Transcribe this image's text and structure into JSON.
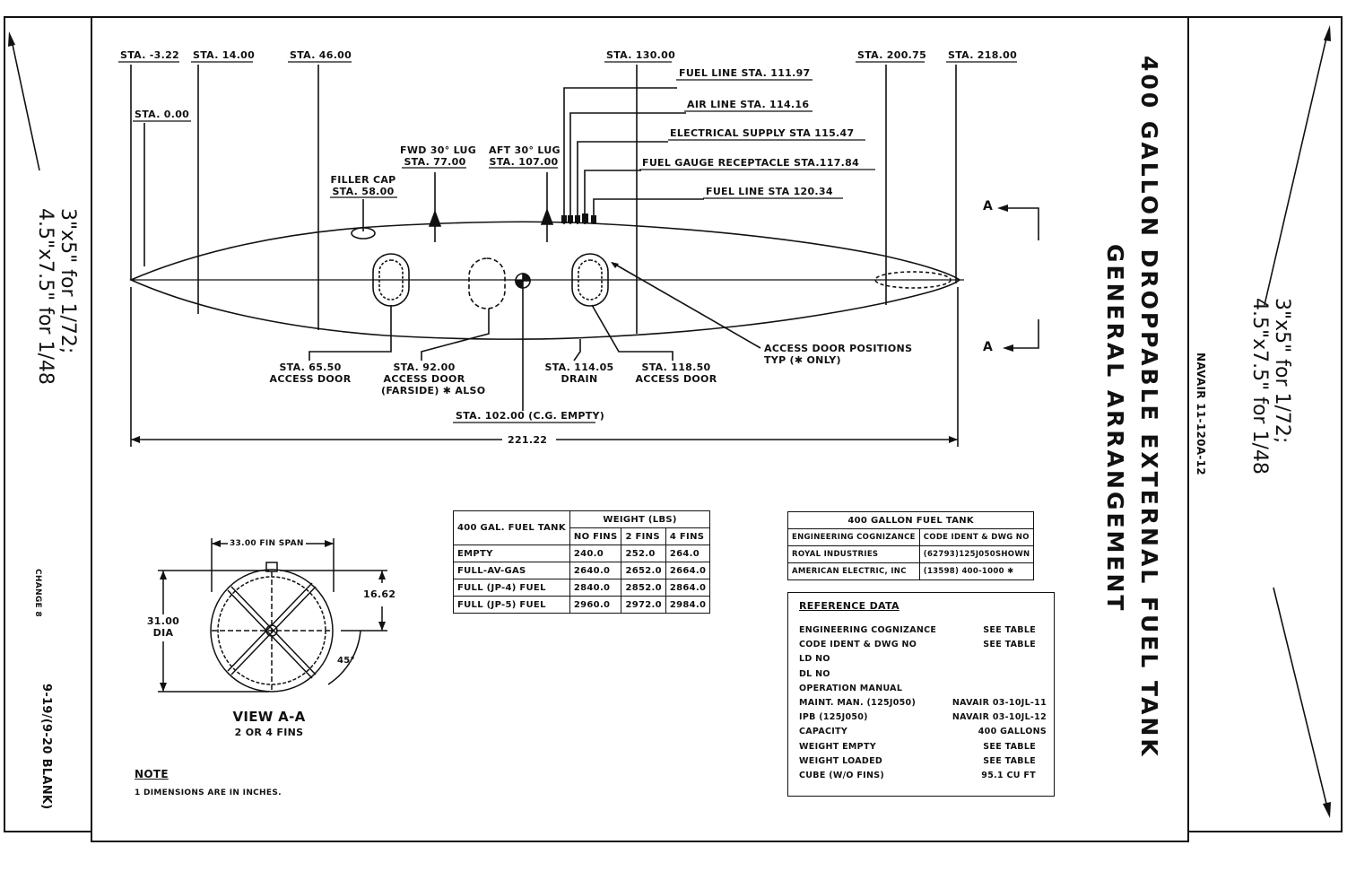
{
  "scale_note_left": {
    "line1": "3\"x5\" for 1/72;",
    "line2": "4.5\"x7.5\" for 1/48"
  },
  "scale_note_right": {
    "line1": "3\"x5\" for 1/72;",
    "line2": "4.5\"x7.5\" for 1/48"
  },
  "title": {
    "line1": "400 GALLON DROPPABLE EXTERNAL FUEL TANK",
    "line2": "GENERAL ARRANGEMENT"
  },
  "doc_number": "NAVAIR 11-120A-12",
  "change": "CHANGE 8",
  "page": "9-19/(9-20 BLANK)",
  "stations_top": {
    "s1": "STA. -3.22",
    "s2": "STA. 14.00",
    "s3": "STA. 46.00",
    "s4": "STA. 0.00",
    "s5": "STA. 130.00",
    "s6": "STA. 200.75",
    "s7": "STA. 218.00"
  },
  "fittings": {
    "fuel_line_1": "FUEL LINE STA. 111.97",
    "air_line": "AIR LINE STA. 114.16",
    "electrical": "ELECTRICAL SUPPLY STA 115.47",
    "gauge": "FUEL GAUGE RECEPTACLE STA.117.84",
    "fuel_line_2": "FUEL LINE STA 120.34"
  },
  "lugs": {
    "fwd_1": "FWD 30° LUG",
    "fwd_2": "STA. 77.00",
    "aft_1": "AFT 30° LUG",
    "aft_2": "STA. 107.00",
    "filler_1": "FILLER CAP",
    "filler_2": "STA. 58.00"
  },
  "section_marks": {
    "a1": "A",
    "a2": "A"
  },
  "stations_bottom": {
    "s65_1": "STA. 65.50",
    "s65_2": "ACCESS DOOR",
    "s92_1": "STA. 92.00",
    "s92_2": "ACCESS DOOR",
    "s92_3": "(FARSIDE) ✱ ALSO",
    "s114_1": "STA. 114.05",
    "s114_2": "DRAIN",
    "s118_1": "STA. 118.50",
    "s118_2": "ACCESS DOOR",
    "s102": "STA. 102.00 (C.G. EMPTY)",
    "access_1": "ACCESS DOOR POSITIONS",
    "access_2": "TYP (✱ ONLY)"
  },
  "overall_length": "221.22",
  "view_aa": {
    "fin_span": "33.00 FIN SPAN",
    "height": "16.62",
    "dia_1": "31.00",
    "dia_2": "DIA",
    "angle": "45°",
    "caption_1": "VIEW A-A",
    "caption_2": "2 OR 4 FINS"
  },
  "note": {
    "heading": "NOTE",
    "text": "1 DIMENSIONS ARE IN INCHES."
  },
  "weight_table": {
    "header_left": "400 GAL. FUEL TANK",
    "header_group": "WEIGHT (LBS)",
    "columns": [
      "NO FINS",
      "2 FINS",
      "4 FINS"
    ],
    "rows": [
      {
        "label": "EMPTY",
        "values": [
          "240.0",
          "252.0",
          "264.0"
        ]
      },
      {
        "label": "FULL-AV-GAS",
        "values": [
          "2640.0",
          "2652.0",
          "2664.0"
        ]
      },
      {
        "label": "FULL (JP-4) FUEL",
        "values": [
          "2840.0",
          "2852.0",
          "2864.0"
        ]
      },
      {
        "label": "FULL (JP-5) FUEL",
        "values": [
          "2960.0",
          "2972.0",
          "2984.0"
        ]
      }
    ]
  },
  "cognizance_table": {
    "title": "400 GALLON FUEL TANK",
    "col1": "ENGINEERING COGNIZANCE",
    "col2": "CODE IDENT & DWG NO",
    "rows": [
      {
        "org": "ROYAL INDUSTRIES",
        "code": "(62793)125J050SHOWN"
      },
      {
        "org": "AMERICAN ELECTRIC, INC",
        "code": "(13598) 400-1000 ✱"
      }
    ]
  },
  "reference": {
    "heading": "REFERENCE DATA",
    "rows": [
      {
        "k": "ENGINEERING COGNIZANCE",
        "v": "SEE TABLE"
      },
      {
        "k": "CODE IDENT & DWG NO",
        "v": "SEE TABLE"
      },
      {
        "k": "LD NO",
        "v": ""
      },
      {
        "k": "DL NO",
        "v": ""
      },
      {
        "k": "OPERATION MANUAL",
        "v": ""
      },
      {
        "k": "MAINT. MAN. (125J050)",
        "v": "NAVAIR 03-10JL-11"
      },
      {
        "k": "IPB (125J050)",
        "v": "NAVAIR 03-10JL-12"
      },
      {
        "k": "CAPACITY",
        "v": "400 GALLONS"
      },
      {
        "k": "WEIGHT EMPTY",
        "v": "SEE TABLE"
      },
      {
        "k": "WEIGHT LOADED",
        "v": "SEE TABLE"
      },
      {
        "k": "CUBE (W/O FINS)",
        "v": "95.1 CU FT"
      }
    ]
  }
}
